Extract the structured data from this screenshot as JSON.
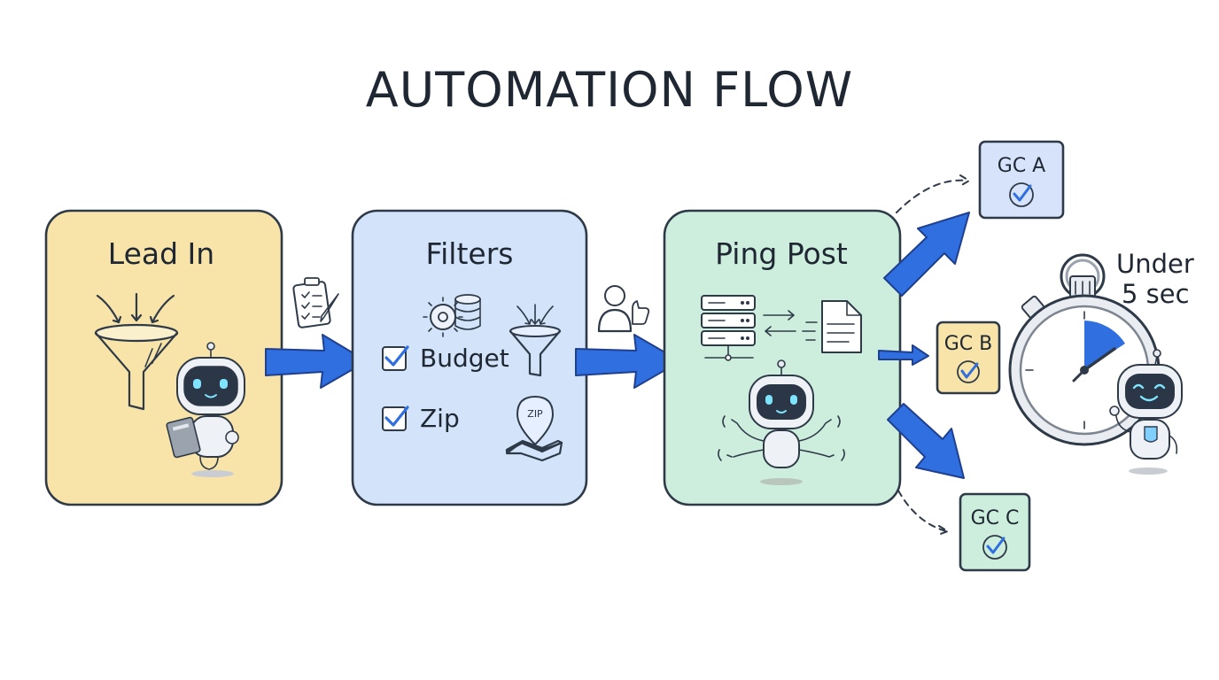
{
  "title": "AUTOMATION FLOW",
  "colors": {
    "lead_in_fill": "#f8e4a8",
    "filters_fill": "#d3e3fa",
    "ping_post_fill": "#cdeedd",
    "gc_a_fill": "#d6e3fa",
    "gc_b_fill": "#f8e4a8",
    "gc_c_fill": "#cdeedd",
    "arrow_blue": "#2f6fe0",
    "ink": "#2f3a48"
  },
  "stages": {
    "lead_in": {
      "label": "Lead In",
      "icons": [
        "funnel-icon",
        "robot-icon",
        "clipboard-icon"
      ]
    },
    "filters": {
      "label": "Filters",
      "criteria": [
        "Budget",
        "Zip"
      ],
      "icons": [
        "gear-database-icon",
        "funnel-icon",
        "checkbox-icon",
        "map-pin-icon"
      ],
      "zip_badge": "ZIP"
    },
    "ping_post": {
      "label": "Ping Post",
      "icons": [
        "server-icon",
        "exchange-arrows-icon",
        "document-icon",
        "robot-icon"
      ]
    }
  },
  "connector_icons": [
    "checklist-icon",
    "person-thumbs-up-icon"
  ],
  "contractors": [
    {
      "label": "GC A",
      "icon": "check-circle-icon"
    },
    {
      "label": "GC B",
      "icon": "check-circle-icon"
    },
    {
      "label": "GC C",
      "icon": "check-circle-icon"
    }
  ],
  "timing": {
    "line1": "Under",
    "line2": "5 sec",
    "icon": "stopwatch-icon"
  }
}
